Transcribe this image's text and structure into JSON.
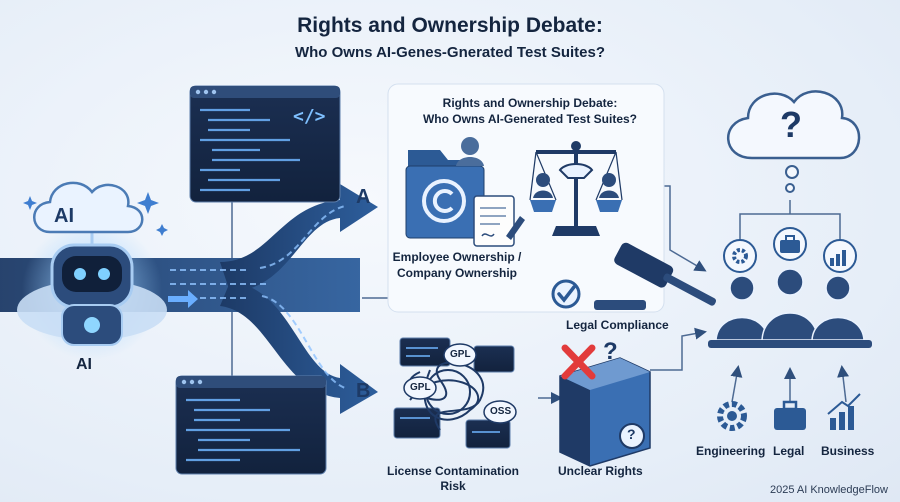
{
  "header": {
    "title": "Rights and Ownership Debate:",
    "subtitle": "Who Owns AI-Genes-Gnerated Test Suites?"
  },
  "card": {
    "title_line1": "Rights and Ownership Debate:",
    "title_line2": "Who Owns AI-Generated Test Suites?"
  },
  "ai": {
    "cloud_label": "AI",
    "robot_label": "AI"
  },
  "branches": {
    "a_label": "A",
    "b_label": "B"
  },
  "labels": {
    "ownership_line1": "Employee Ownership /",
    "ownership_line2": "Company Ownership",
    "legal_compliance": "Legal Compliance",
    "license_line1": "License Contamination",
    "license_line2": "Risk",
    "unclear_rights": "Unclear Rights"
  },
  "license_tags": [
    "GPL",
    "GPL",
    "OSS"
  ],
  "stakeholders": {
    "question_mark": "?",
    "items": [
      {
        "label": "Engineering",
        "icon": "gear-icon"
      },
      {
        "label": "Legal",
        "icon": "briefcase-icon"
      },
      {
        "label": "Business",
        "icon": "bar-chart-icon"
      }
    ]
  },
  "code_window": {
    "tag_symbol": "</>"
  },
  "footer": {
    "credit": "2025 AI KnowledgeFlow"
  },
  "colors": {
    "navy": "#1d3a66",
    "blue": "#2f5f9e",
    "accent": "#5aa8ff",
    "red_x": "#e23b3b"
  }
}
